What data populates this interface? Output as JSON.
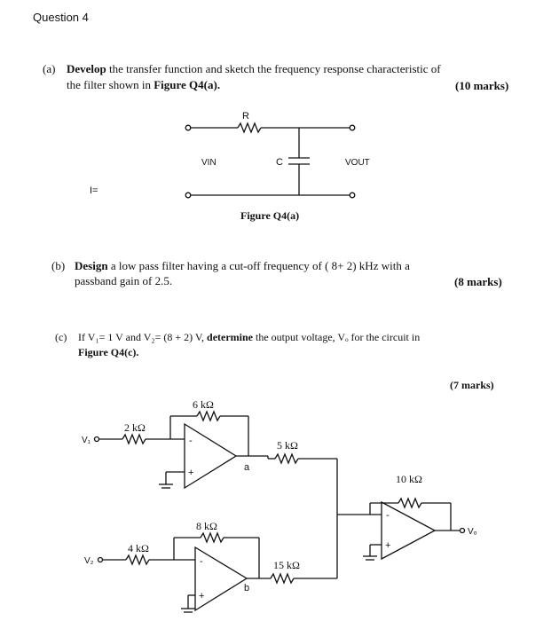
{
  "question_title": "Question 4",
  "part_a": {
    "label": "(a)",
    "verb": "Develop",
    "line1_rest": "the transfer function and sketch the frequency response characteristic of",
    "line2_pre": "the filter shown in",
    "line2_fig": "Figure Q4(a).",
    "marks": "(10 marks)"
  },
  "circuit_a": {
    "r_label": "R",
    "vin_label": "VIN",
    "c_label": "C",
    "vout_label": "VOUT",
    "stray_mark": "I=",
    "caption": "Figure Q4(a)"
  },
  "part_b": {
    "label": "(b)",
    "verb": "Design",
    "line1_rest": "a low pass filter having a cut-off frequency of ( 8+ 2) kHz with a",
    "line2": "passband gain of 2.5.",
    "marks": "(8 marks)"
  },
  "part_c": {
    "label": "(c)",
    "line1_pre": "If V₁= 1 V and V₂= (8 + 2) V,",
    "verb": "determine",
    "line1_rest": "the output voltage, Vₒ for the circuit in",
    "line2_fig": "Figure Q4(c).",
    "marks": "(7 marks)"
  },
  "circuit_c": {
    "r_6k": "6 kΩ",
    "r_2k": "2 kΩ",
    "v1_label": "V₁",
    "r_5k": "5 kΩ",
    "node_a": "a",
    "r_10k": "10 kΩ",
    "r_8k": "8 kΩ",
    "r_4k": "4 kΩ",
    "v2_label": "V₂",
    "r_15k": "15 kΩ",
    "node_b": "b",
    "vo_label": "Vₒ",
    "minus": "-",
    "plus": "+"
  }
}
